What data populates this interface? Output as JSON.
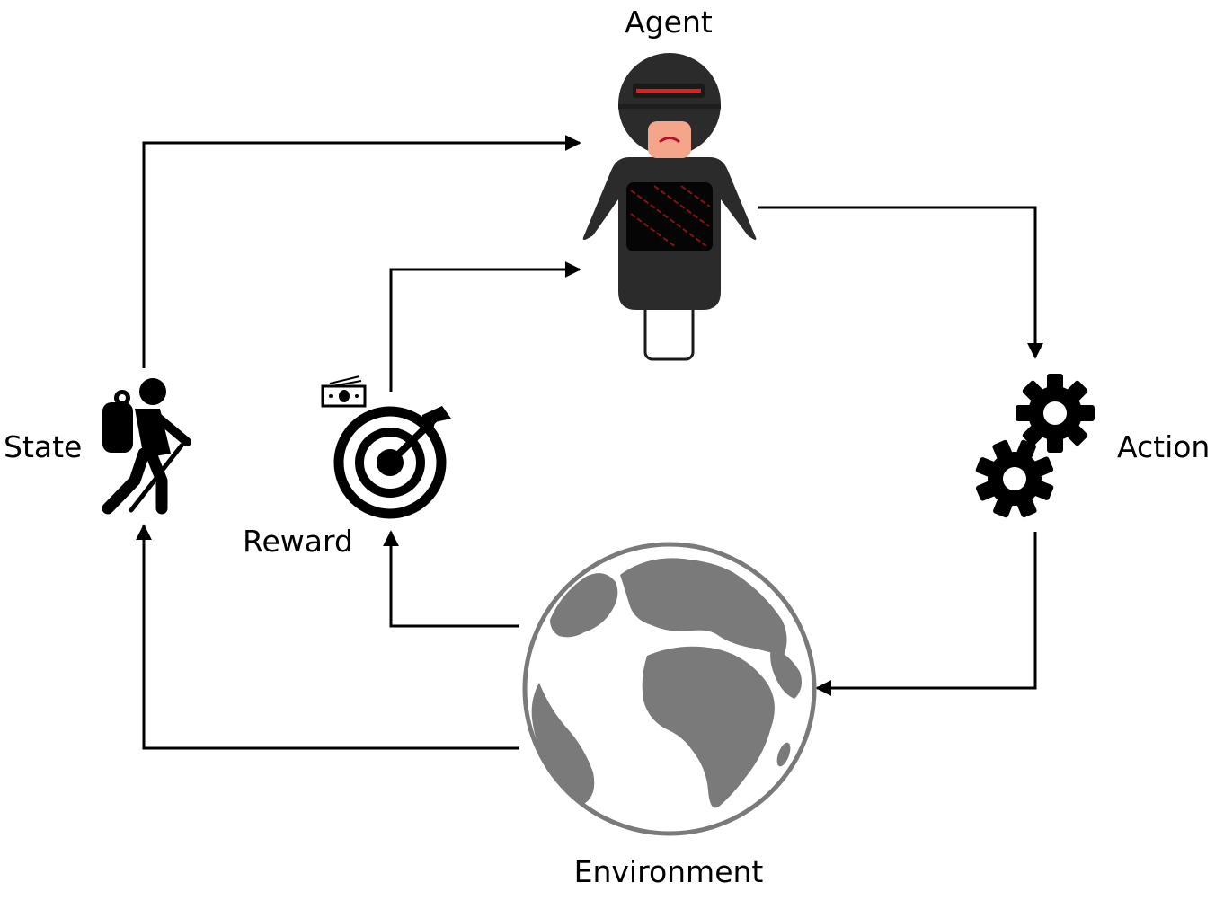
{
  "diagram": {
    "nodes": {
      "agent": {
        "label": "Agent",
        "icon": "robot-agent-icon"
      },
      "action": {
        "label": "Action",
        "icon": "gears-icon"
      },
      "environment": {
        "label": "Environment",
        "icon": "globe-icon"
      },
      "reward": {
        "label": "Reward",
        "icon": "target-icon"
      },
      "state": {
        "label": "State",
        "icon": "hiker-icon"
      }
    },
    "edges": [
      {
        "from": "agent",
        "to": "action"
      },
      {
        "from": "action",
        "to": "environment"
      },
      {
        "from": "environment",
        "to": "reward"
      },
      {
        "from": "environment",
        "to": "state"
      },
      {
        "from": "reward",
        "to": "agent"
      },
      {
        "from": "state",
        "to": "agent"
      }
    ]
  },
  "colors": {
    "line": "#000000",
    "robot_body": "#2b2b2b",
    "robot_visor": "#e01f1f",
    "robot_face": "#f4a58a",
    "globe": "#7a7a7a"
  }
}
